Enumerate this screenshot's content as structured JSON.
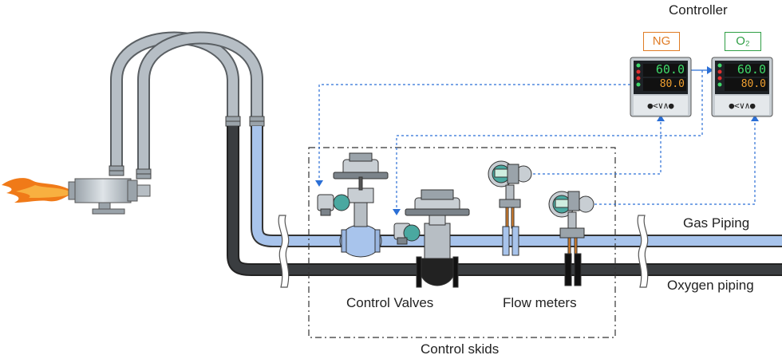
{
  "labels": {
    "controller": "Controller",
    "gas_piping": "Gas Piping",
    "oxygen_piping": "Oxygen piping",
    "control_valves": "Control Valves",
    "flow_meters": "Flow meters",
    "control_skids": "Control skids"
  },
  "controllers": [
    {
      "tag": "NG",
      "tag_color": "#e07b24",
      "pv": "60.0",
      "sv": "80.0"
    },
    {
      "tag": "O₂",
      "tag_color": "#2e9e44",
      "pv": "60.0",
      "sv": "80.0"
    }
  ],
  "keypad_symbols": "●<∨∧●",
  "colors": {
    "gas_pipe": "#a8c4ec",
    "oxygen_pipe": "#3a3d40",
    "instrument_body": "#c8ced3",
    "signal_line": "#2b6fd6",
    "pv_display": "#3fd96a",
    "sv_display": "#f0a030",
    "flame": "#f07a18"
  }
}
